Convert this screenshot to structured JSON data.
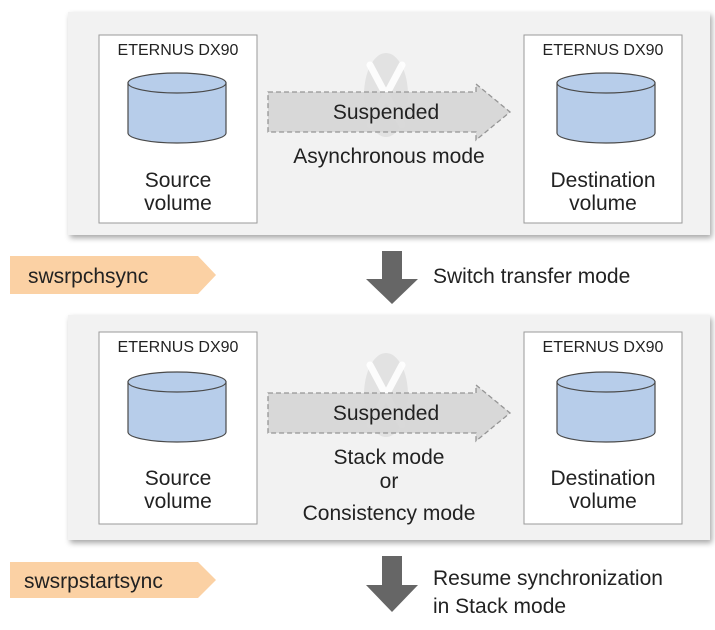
{
  "panels": [
    {
      "left_box": {
        "title": "ETERNUS DX90",
        "label_line1": "Source",
        "label_line2": "volume"
      },
      "right_box": {
        "title": "ETERNUS DX90",
        "label_line1": "Destination",
        "label_line2": "volume"
      },
      "arrow_label": "Suspended",
      "mode_lines": [
        "Asynchronous mode"
      ]
    },
    {
      "left_box": {
        "title": "ETERNUS DX90",
        "label_line1": "Source",
        "label_line2": "volume"
      },
      "right_box": {
        "title": "ETERNUS DX90",
        "label_line1": "Destination",
        "label_line2": "volume"
      },
      "arrow_label": "Suspended",
      "mode_lines": [
        "Stack mode",
        "or",
        "Consistency mode"
      ]
    }
  ],
  "steps": [
    {
      "command": "swsrpchsync",
      "description_lines": [
        "Switch transfer mode"
      ]
    },
    {
      "command": "swsrpstartsync",
      "description_lines": [
        "Resume synchronization",
        "in Stack mode"
      ]
    }
  ],
  "colors": {
    "panel_fill": "#f2f2f2",
    "box_border": "#9a9a9a",
    "cylinder_fill": "#b7cdea",
    "cylinder_stroke": "#4a4a4a",
    "arrow_fill": "#d6d6d6",
    "arrow_dash": "#8c8c8c",
    "command_tag": "#fbd1a4",
    "down_arrow": "#666666",
    "text": "#222222"
  }
}
